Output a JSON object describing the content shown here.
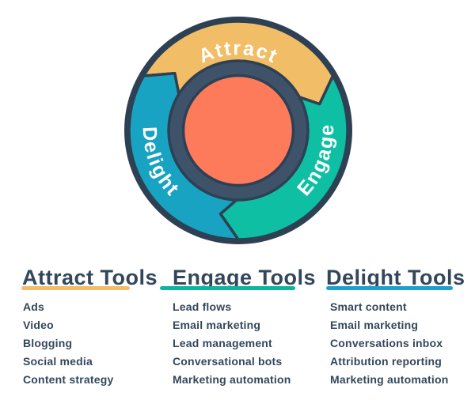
{
  "wheel": {
    "segments": [
      {
        "id": "attract",
        "label": "Attract",
        "color": "#f1bd66"
      },
      {
        "id": "engage",
        "label": "Engage",
        "color": "#0ebfa4"
      },
      {
        "id": "delight",
        "label": "Delight",
        "color": "#18a3c2"
      }
    ],
    "outline_color": "#2e4053",
    "ring_color": "#3e5269",
    "core_color": "#fd7b5a"
  },
  "columns": [
    {
      "heading": "Attract Tools",
      "accent": "#eebe68",
      "items": [
        "Ads",
        "Video",
        "Blogging",
        "Social media",
        "Content strategy"
      ]
    },
    {
      "heading": "Engage Tools",
      "accent": "#0cb5a0",
      "items": [
        "Lead flows",
        "Email marketing",
        "Lead management",
        "Conversational bots",
        "Marketing automation"
      ]
    },
    {
      "heading": "Delight Tools",
      "accent": "#1f9fce",
      "items": [
        "Smart content",
        "Email marketing",
        "Conversations inbox",
        "Attribution reporting",
        "Marketing automation"
      ]
    }
  ],
  "text_color": "#33475b"
}
